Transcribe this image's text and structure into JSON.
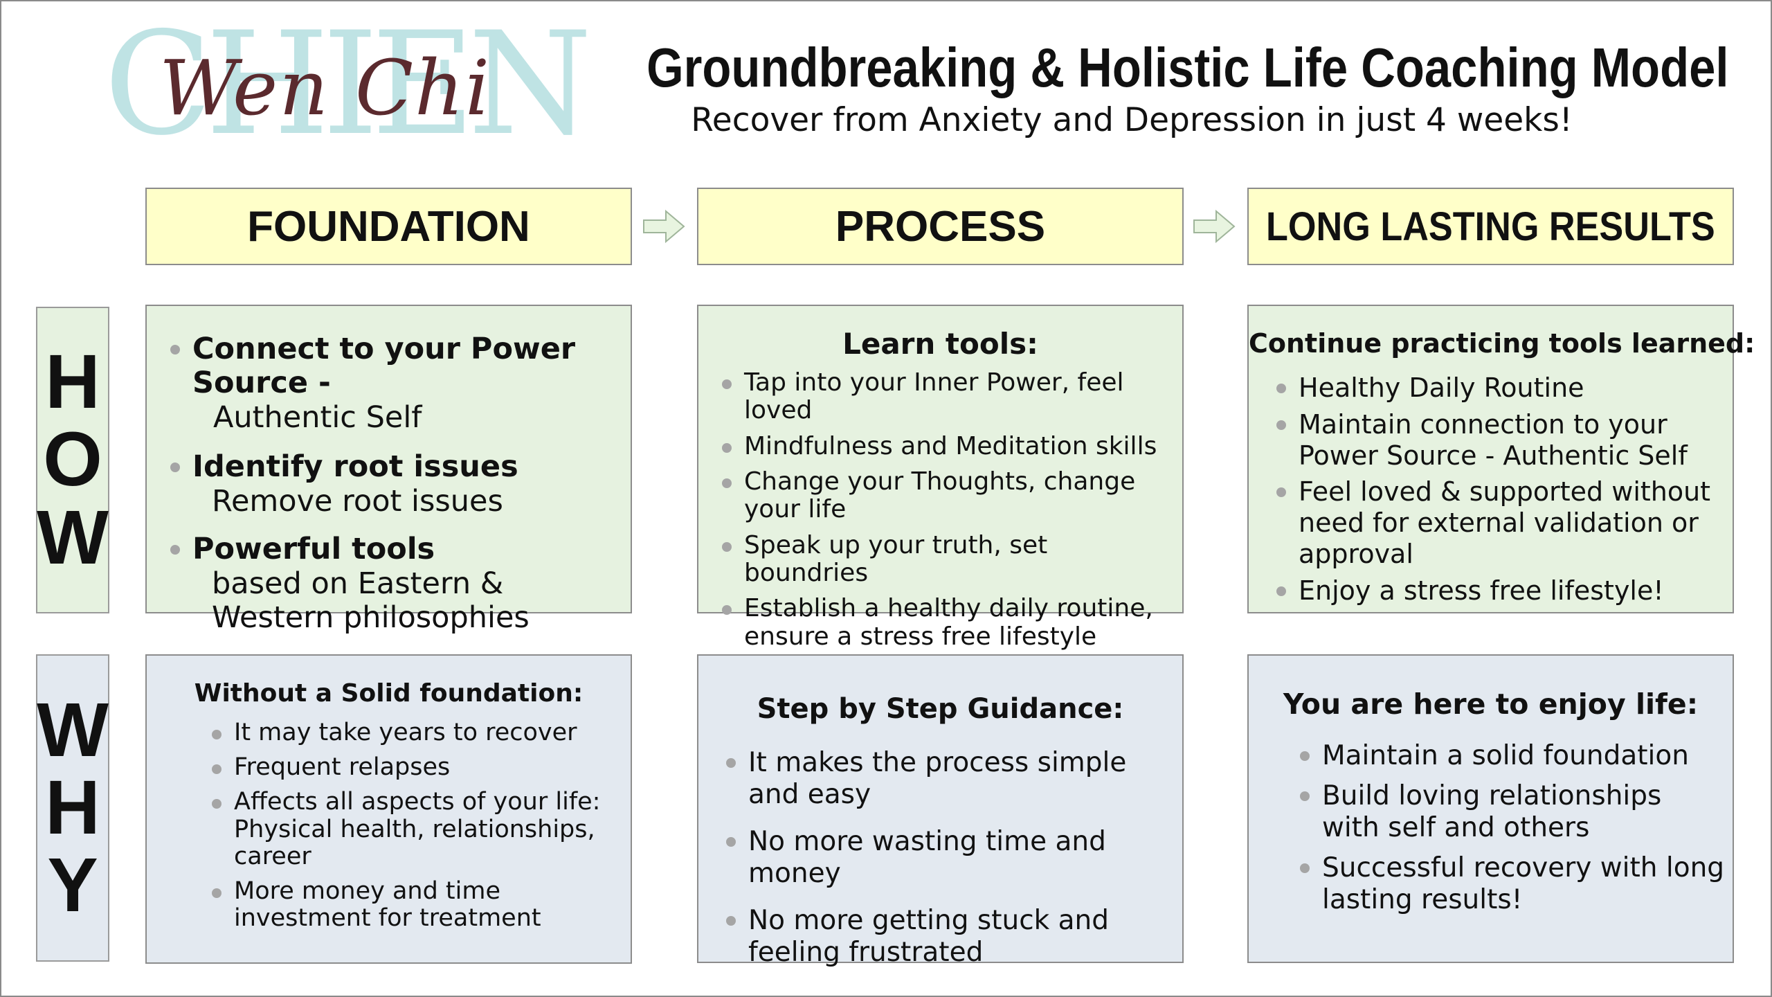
{
  "logo": {
    "surname": "CHIEN",
    "given_name": "Wen Chi"
  },
  "header": {
    "title": "Groundbreaking & Holistic Life Coaching Model",
    "subtitle": "Recover from Anxiety and Depression in just 4 weeks!"
  },
  "columns": [
    {
      "label": "FOUNDATION"
    },
    {
      "label": "PROCESS"
    },
    {
      "label": "LONG LASTING RESULTS"
    }
  ],
  "rows": {
    "how": "HOW",
    "why": "WHY"
  },
  "how": {
    "foundation": {
      "items": [
        {
          "title": "Connect to your Power Source -",
          "detail": "Authentic Self"
        },
        {
          "title": "Identify root issues",
          "detail": "Remove root issues"
        },
        {
          "title": "Powerful tools",
          "detail": "based on Eastern & Western philosophies"
        }
      ]
    },
    "process": {
      "title": "Learn tools:",
      "items": [
        "Tap into your Inner Power, feel loved",
        "Mindfulness and Meditation skills",
        "Change your Thoughts, change your life",
        "Speak up your truth, set boundries",
        "Establish a healthy daily routine, ensure a stress free lifestyle"
      ]
    },
    "results": {
      "title": "Continue practicing tools learned:",
      "items": [
        "Healthy Daily Routine",
        "Maintain connection to your Power Source - Authentic Self",
        "Feel loved & supported without need for external validation or approval",
        "Enjoy a stress free lifestyle!"
      ]
    }
  },
  "why": {
    "foundation": {
      "title": "Without a Solid foundation:",
      "items": [
        "It may take years to recover",
        "Frequent relapses",
        "Affects all aspects of your life: Physical health, relationships, career",
        "More money and time investment for treatment"
      ]
    },
    "process": {
      "title": "Step by Step Guidance:",
      "items": [
        "It makes the process simple and easy",
        "No more wasting time and money",
        "No more getting stuck and feeling frustrated"
      ]
    },
    "results": {
      "title": "You are here to enjoy life:",
      "items": [
        "Maintain a solid foundation",
        "Build loving relationships with self and others",
        "Successful recovery with long lasting results!"
      ]
    }
  },
  "colors": {
    "header_fill": "#ffffc9",
    "how_fill": "#e6f2e0",
    "why_fill": "#e3e9f0",
    "logo_teal": "#bfe3e4",
    "logo_maroon": "#5b2a2e",
    "arrow_fill": "#e8f4e0"
  },
  "icons": {
    "flow_arrow": "right-arrow-icon",
    "bullet": "bullet-dot-icon"
  }
}
